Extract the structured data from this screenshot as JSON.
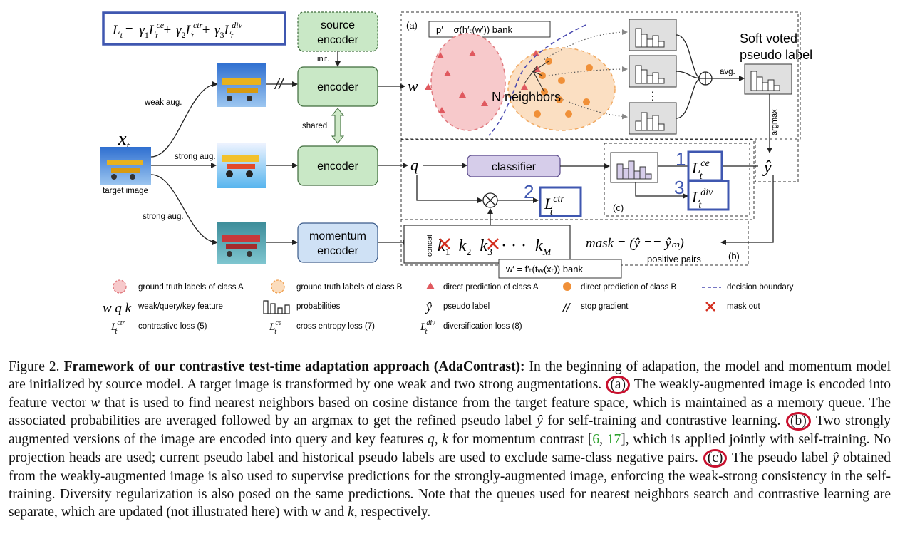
{
  "diagram": {
    "loss_formula": {
      "lhs": "L",
      "lhs_sub": "t",
      "eq": "=",
      "g1": "γ",
      "g1_sub": "1",
      "L1": "L",
      "L1_sup": "ce",
      "L1_sub": "t",
      "plus1": "+",
      "g2": "γ",
      "g2_sub": "2",
      "L2": "L",
      "L2_sup": "ctr",
      "L2_sub": "t",
      "plus2": "+",
      "g3": "γ",
      "g3_sub": "3",
      "L3": "L",
      "L3_sup": "div",
      "L3_sub": "t"
    },
    "source_encoder_line1": "source",
    "source_encoder_line2": "encoder",
    "init_label": "init.",
    "encoder_label": "encoder",
    "encoder2_label": "encoder",
    "shared_label": "shared",
    "momentum_line1": "momentum",
    "momentum_line2": "encoder",
    "classifier_label": "classifier",
    "xt_main": "x",
    "xt_sub": "t",
    "target_image_label": "target image",
    "weak_aug": "weak aug.",
    "strong_aug1": "strong aug.",
    "strong_aug2": "strong aug.",
    "w_symbol": "w",
    "q_symbol": "q",
    "k_symbol": "k",
    "panel_a": "(a)",
    "panel_b": "(b)",
    "panel_c": "(c)",
    "pprime_bank": "p′ = σ(h′ₜ(w′)) bank",
    "n_neighbors": "N neighbors",
    "avg_label": "avg.",
    "soft_voted_line1": "Soft voted",
    "soft_voted_line2": "pseudo label",
    "argmax_label": "argmax",
    "yhat": "ŷ",
    "num1": "1",
    "num2": "2",
    "num3": "3",
    "lce": "L",
    "lce_sup": "ce",
    "lce_sub": "t",
    "lctr": "L",
    "lctr_sup": "ctr",
    "lctr_sub": "t",
    "ldiv": "L",
    "ldiv_sup": "div",
    "ldiv_sub": "t",
    "concat_label": "concat",
    "queue_k1": "k",
    "queue_k1_sub": "1",
    "queue_k2": "k",
    "queue_k2_sub": "2",
    "queue_k3": "k",
    "queue_k3_sub": "3",
    "queue_dots": "· · ·",
    "queue_kM": "k",
    "queue_kM_sub": "M",
    "mask_formula": "mask = (ŷ == ŷₘ)",
    "positive_pairs": "positive pairs",
    "wprime_bank": "w′ = f′ₜ(tᵥᵥ(xₜ)) bank",
    "vdots": "⋮"
  },
  "legend": {
    "gt_a": "ground truth labels of class A",
    "gt_b": "ground truth labels of class B",
    "pred_a": "direct prediction of class A",
    "pred_b": "direct prediction of class B",
    "boundary": "decision boundary",
    "wqk_symbols": "w q k",
    "wqk_label": "weak/query/key feature",
    "probabilities": "probabilities",
    "pseudo_symbol": "ŷ",
    "pseudo_label": "pseudo label",
    "stopgrad_symbol": "//",
    "stopgrad_label": "stop gradient",
    "maskout_label": "mask out",
    "lctr_label": "contrastive loss (5)",
    "lce_label": "cross entropy loss (7)",
    "ldiv_label": "diversification loss (8)"
  },
  "caption": {
    "fig_label": "Figure 2.",
    "title": "Framework of our contrastive test-time adaptation approach (AdaContrast):",
    "s1": " In the beginning of adapation, the model and momentum model are initialized by source model.  A target image is transformed by one weak and two strong augmentations. ",
    "mark_a": "(a)",
    "s2": " The weakly-augmented image is encoded into feature vector ",
    "w": "w",
    "s3": " that is used to find nearest neighbors based on cosine distance from the target feature space, which is maintained as a memory queue. The associated probabilities are averaged followed by an argmax to get the refined pseudo label ",
    "yhat": "ŷ",
    "s4": " for self-training and contrastive learning. ",
    "mark_b": "(b)",
    "s5": " Two strongly augmented versions of the image are encoded into query and key features ",
    "qk": "q, k",
    "s6": " for momentum contrast [",
    "cite1": "6",
    "cite_sep": ", ",
    "cite2": "17",
    "s7": "], which is applied jointly with self-training. No projection heads are used; current pseudo label and historical pseudo labels are used to exclude same-class negative pairs. ",
    "mark_c": "(c)",
    "s8": " The pseudo label ",
    "yhat2": "ŷ",
    "s9": " obtained from the weakly-augmented image is also used to supervise predictions for the strongly-augmented image, enforcing the weak-strong consistency in the self-training. Diversity regularization is also posed on the same predictions.  Note that the queues used for nearest neighbors search and contrastive learning are separate, which are updated (not illustrated here) with ",
    "w2": "w",
    "s10": " and ",
    "k2": "k",
    "s11": ", respectively."
  },
  "colors": {
    "green_box": "#c9e8c6",
    "green_stroke": "#3e6b3b",
    "blue_box": "#cfe1f5",
    "purple_box": "#d6cdea",
    "annot_blue": "#3f57b0",
    "red_circle": "#c8102e",
    "class_a": "#e07a7f",
    "class_b": "#f0a050",
    "boundary": "#4a4ab0"
  }
}
